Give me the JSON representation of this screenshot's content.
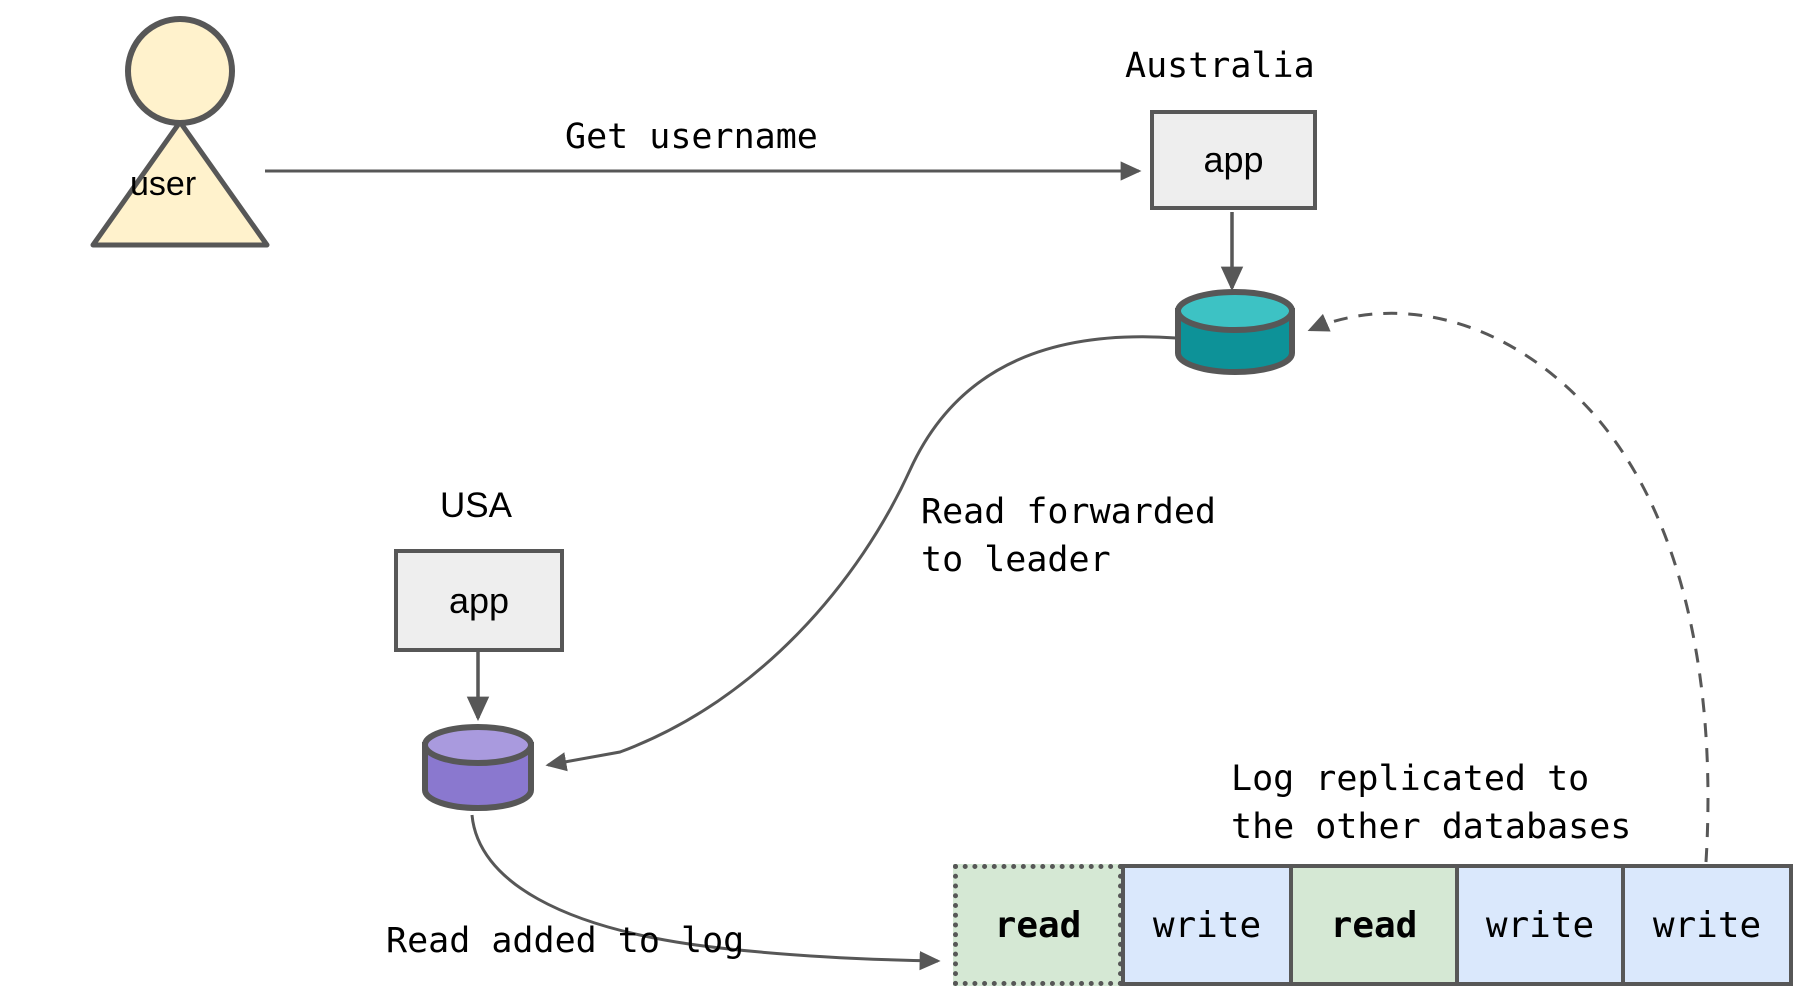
{
  "diagram": {
    "title": "Read forwarded to leader replication diagram",
    "background": "#ffffff",
    "stroke_color": "#575757",
    "actor": {
      "name": "user-actor",
      "label": "user",
      "fill": "#fff2cc",
      "stroke": "#575757"
    },
    "regions": [
      {
        "id": "australia",
        "label": "Australia",
        "app_label": "app",
        "app_fill": "#eeeeee",
        "db_body_color": "#0d9298",
        "db_top_color": "#3dc2c4",
        "db_role": "leader"
      },
      {
        "id": "usa",
        "label": "USA",
        "app_label": "app",
        "app_fill": "#eeeeee",
        "db_body_color": "#8a78cf",
        "db_top_color": "#a99ade",
        "db_role": "follower"
      }
    ],
    "edges": [
      {
        "id": "get-username",
        "label": "Get username",
        "style": "solid",
        "from": "user",
        "to": "australia-app"
      },
      {
        "id": "australia-app-to-db",
        "label": "",
        "style": "solid",
        "from": "australia-app",
        "to": "australia-db"
      },
      {
        "id": "usa-app-to-db",
        "label": "",
        "style": "solid",
        "from": "usa-app",
        "to": "usa-db"
      },
      {
        "id": "read-forwarded",
        "label": "Read forwarded\nto leader",
        "label_line1": "Read forwarded",
        "label_line2": "to leader",
        "style": "solid",
        "from": "australia-db",
        "to": "usa-db"
      },
      {
        "id": "read-added-to-log",
        "label": "Read added to log",
        "style": "solid",
        "from": "usa-db",
        "to": "log-entry-0"
      },
      {
        "id": "log-replicated",
        "label": "Log replicated to\nthe other databases",
        "label_line1": "Log replicated to",
        "label_line2": "the other databases",
        "style": "dashed",
        "from": "log-strip",
        "to": "australia-db"
      }
    ],
    "log": {
      "name": "replication-log",
      "entries": [
        {
          "label": "read",
          "type": "read",
          "fill": "#d5e8d4",
          "border": "dotted",
          "bold": true
        },
        {
          "label": "write",
          "type": "write",
          "fill": "#dae8fc",
          "border": "solid",
          "bold": false
        },
        {
          "label": "read",
          "type": "read",
          "fill": "#d5e8d4",
          "border": "solid",
          "bold": true
        },
        {
          "label": "write",
          "type": "write",
          "fill": "#dae8fc",
          "border": "solid",
          "bold": false
        },
        {
          "label": "write",
          "type": "write",
          "fill": "#dae8fc",
          "border": "solid",
          "bold": false
        }
      ]
    }
  }
}
